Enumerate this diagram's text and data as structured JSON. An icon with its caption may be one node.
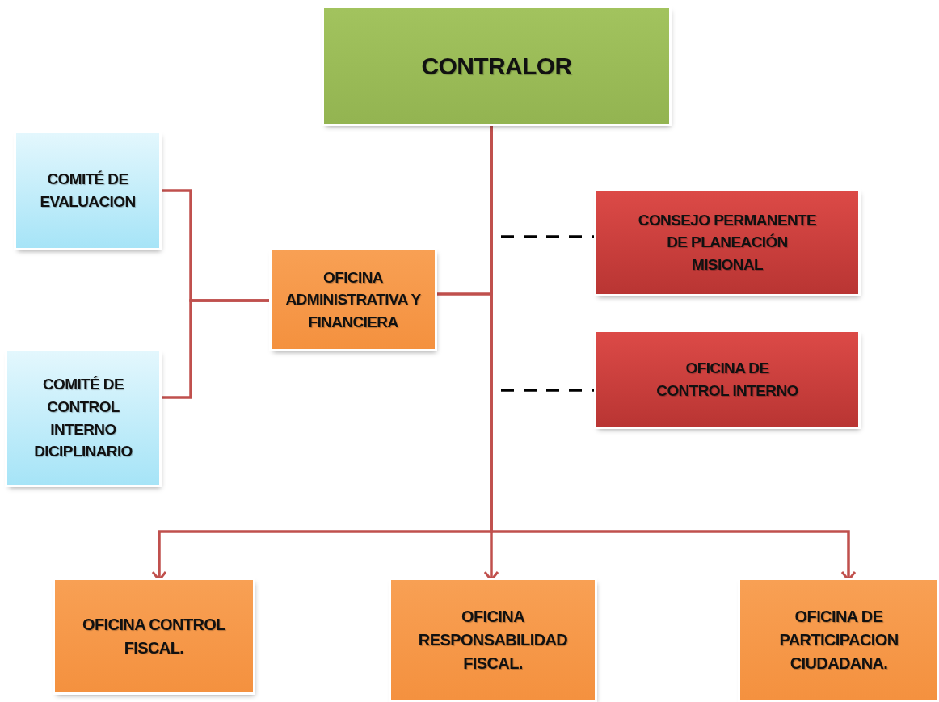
{
  "diagram": {
    "nodes": [
      {
        "text": [
          "CONTRALOR"
        ]
      },
      {
        "text": [
          "COMITÉ DE EVALUACION"
        ]
      },
      {
        "text": [
          "OFICINA ADMINISTRATIVA Y FINANCIERA"
        ]
      },
      {
        "text": [
          "CONSEJO PERMANENTE DE PLANEACIÓN MISIONAL"
        ]
      },
      {
        "text": [
          "COMITÉ DE CONTROL INTERNO DICIPLINARIO"
        ]
      },
      {
        "text": [
          "OFICINA DE CONTROL INTERNO"
        ]
      },
      {
        "text": [
          "OFICINA CONTROL FISCAL."
        ]
      },
      {
        "text": [
          "OFICINA RESPONSABILIDAD FISCAL."
        ]
      },
      {
        "text": [
          "OFICINA DE PARTICIPACION CIUDADANA."
        ]
      }
    ],
    "edges": [
      {
        "from": 0,
        "to": 2,
        "arrow": "none"
      },
      {
        "from": 1,
        "to": 2,
        "arrow": "none"
      },
      {
        "from": 4,
        "to": 2,
        "arrow": "none"
      },
      {
        "from": null,
        "to": 3,
        "arrow": "none",
        "style": "dashed",
        "color": "#000000"
      },
      {
        "from": null,
        "to": 5,
        "arrow": "none",
        "style": "dashed",
        "color": "#000000"
      },
      {
        "from": 0,
        "to": 6,
        "arrow": "to"
      },
      {
        "from": 0,
        "to": 7,
        "arrow": "to"
      },
      {
        "from": 0,
        "to": 8,
        "arrow": "to"
      }
    ]
  }
}
